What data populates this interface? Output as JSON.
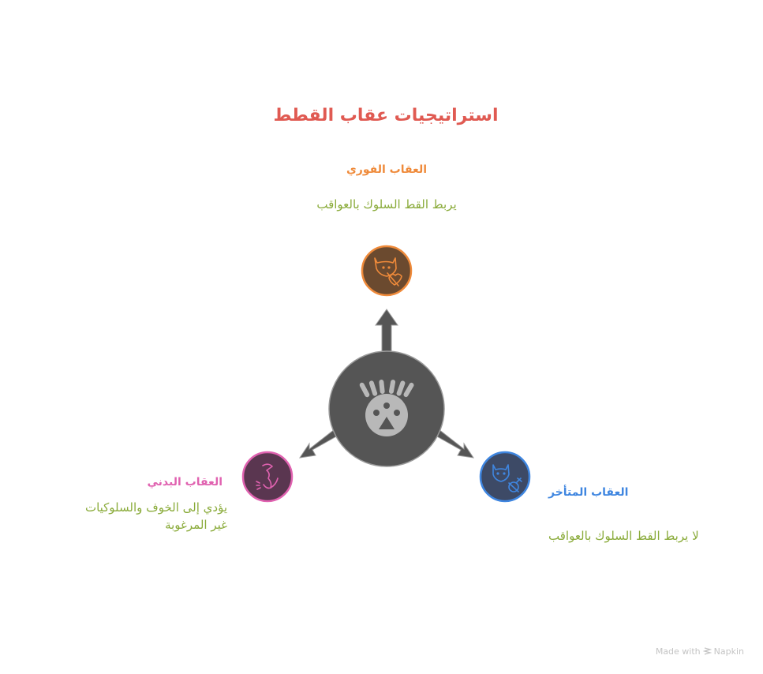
{
  "title": "استراتيجيات عقاب القطط",
  "center": {
    "icon": "paw-punishment-icon",
    "fill": "#555555",
    "icon_color": "#b8b8b8"
  },
  "branches": [
    {
      "id": "immediate",
      "heading": "العقاب الفوري",
      "description": "يربط القط السلوك بالعواقب",
      "icon": "cat-heart-crossed-icon",
      "accent": "#ef8a3a",
      "fill": "#6b4a2f"
    },
    {
      "id": "physical",
      "heading": "العقاب البدني",
      "description_lines": [
        "يؤدي إلى الخوف والسلوكيات",
        "غير المرغوبة"
      ],
      "icon": "hand-strike-icon",
      "accent": "#e062b0",
      "fill": "#5a3650"
    },
    {
      "id": "delayed",
      "heading": "العقاب المتأخر",
      "description": "لا يربط القط السلوك بالعواقب",
      "icon": "cat-link-broken-icon",
      "accent": "#3f86e0",
      "fill": "#3d4a66"
    }
  ],
  "footer": {
    "made_with": "Made with",
    "brand": "Napkin"
  }
}
